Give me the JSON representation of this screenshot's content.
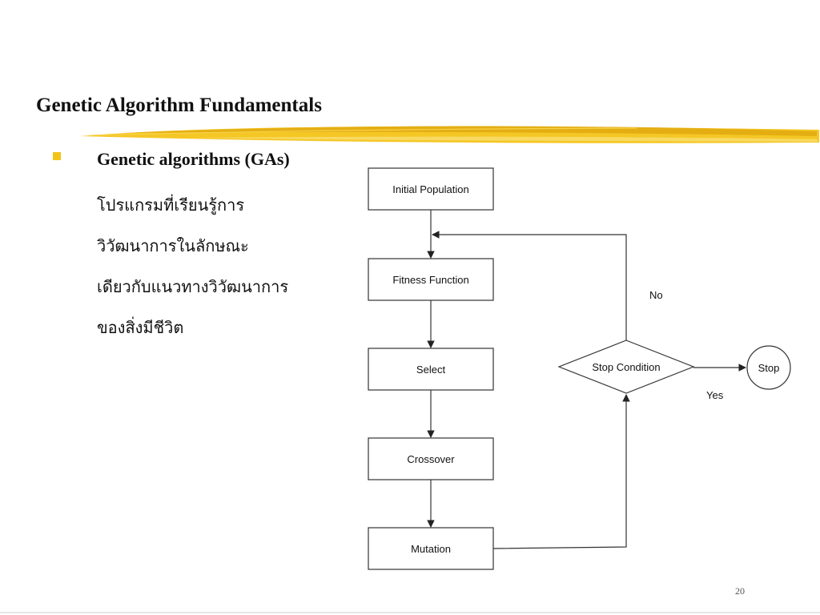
{
  "slide": {
    "title": "Genetic Algorithm Fundamentals",
    "bullet": "Genetic algorithms (GAs)",
    "description_lines": [
      "โปรแกรมที่เรียนรู้การ",
      "วิวัฒนาการในลักษณะ",
      "เดียวกับแนวทางวิวัฒนาการ",
      "ของสิ่งมีชีวิต"
    ],
    "page_number": "20"
  },
  "colors": {
    "accent": "#f2c318",
    "stroke": "#333333"
  },
  "diagram": {
    "nodes": {
      "initial": "Initial Population",
      "fitness": "Fitness Function",
      "select": "Select",
      "crossover": "Crossover",
      "mutation": "Mutation",
      "condition": "Stop Condition",
      "stop": "Stop"
    },
    "edge_labels": {
      "no": "No",
      "yes": "Yes"
    }
  }
}
